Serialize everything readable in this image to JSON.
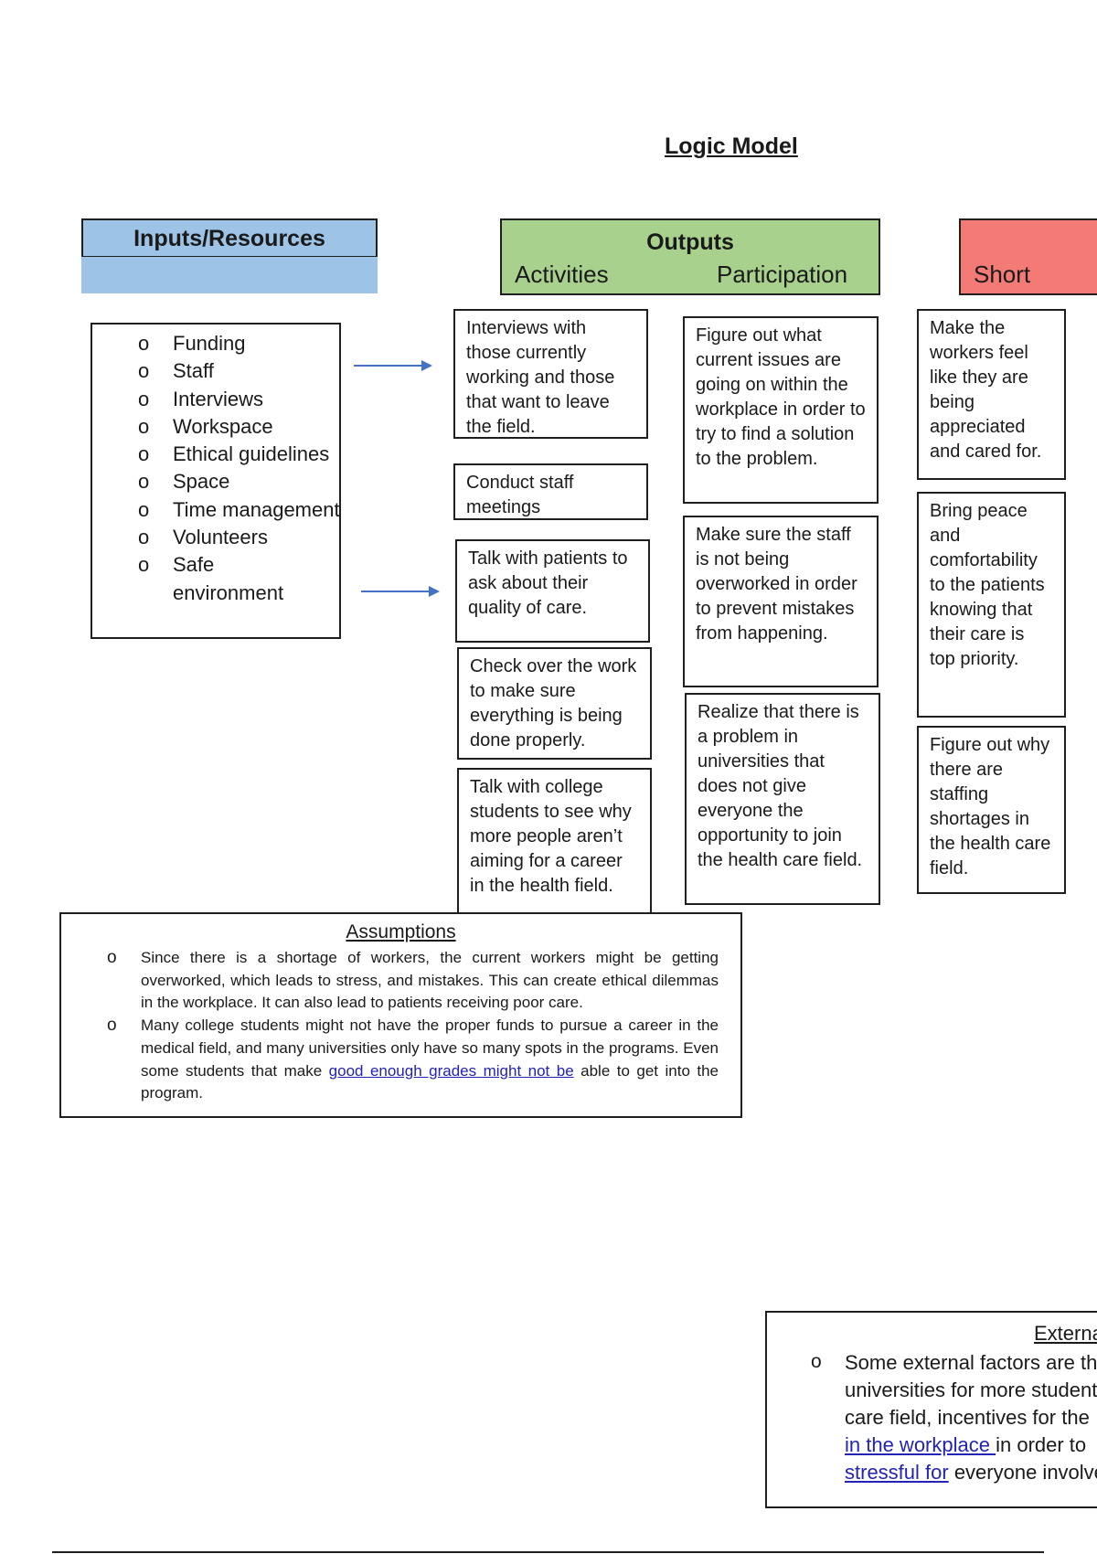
{
  "title": "Logic Model",
  "headers": {
    "inputs": "Inputs/Resources",
    "outputs": "Outputs",
    "activities": "Activities",
    "participation": "Participation",
    "short": "Short"
  },
  "bullet": "o",
  "inputs": [
    "Funding",
    "Staff",
    "Interviews",
    "Workspace",
    "Ethical guidelines",
    "Space",
    "Time management",
    "Volunteers",
    "Safe environment"
  ],
  "activities": [
    "Interviews with those currently working and those that want to leave the field.",
    "Conduct staff meetings",
    "Talk with patients to ask about their quality of care.",
    "Check over the work to make sure everything is being done properly.",
    "Talk with college students to see why more people aren’t aiming for a career in the health field."
  ],
  "participation": [
    "Figure out what current issues are going on within the workplace in order to try to find a solution to the problem.",
    "Make sure the staff is not being overworked in order to prevent mistakes from happening.",
    "Realize that there is a problem in universities that does not give everyone the opportunity to join the health care field."
  ],
  "short": [
    "Make the workers feel like they are being appreciated and cared for.",
    "Bring peace and comfortability to the patients knowing that their care is top priority.",
    "Figure out why there are staffing shortages in the health care field."
  ],
  "assumptions": {
    "heading": "Assumptions",
    "item1": "Since there is a shortage of workers, the current workers might be getting overworked, which leads to stress, and mistakes. This can create ethical dilemmas in the workplace. It can also lead to patients receiving poor care.",
    "item2_a": "Many college students might not have the proper funds to pursue a career in the medical field, and many universities only have so many spots in the programs. Even some students that make ",
    "item2_link": "good enough grades might not be",
    "item2_b": " able to get into the program."
  },
  "external": {
    "heading": "Externa",
    "line1": "Some external factors are th",
    "line2": "universities for more student",
    "line3": "care field, incentives for the",
    "line4_link": "in the workplace ",
    "line4_rest": "in order to",
    "line5_link": "stressful for",
    "line5_rest": " everyone involve"
  },
  "colors": {
    "inputs_header": "#9dc3e6",
    "outputs_header": "#a9d18e",
    "short_header": "#f47a76",
    "arrow": "#4472c4",
    "link": "#2323b5"
  }
}
